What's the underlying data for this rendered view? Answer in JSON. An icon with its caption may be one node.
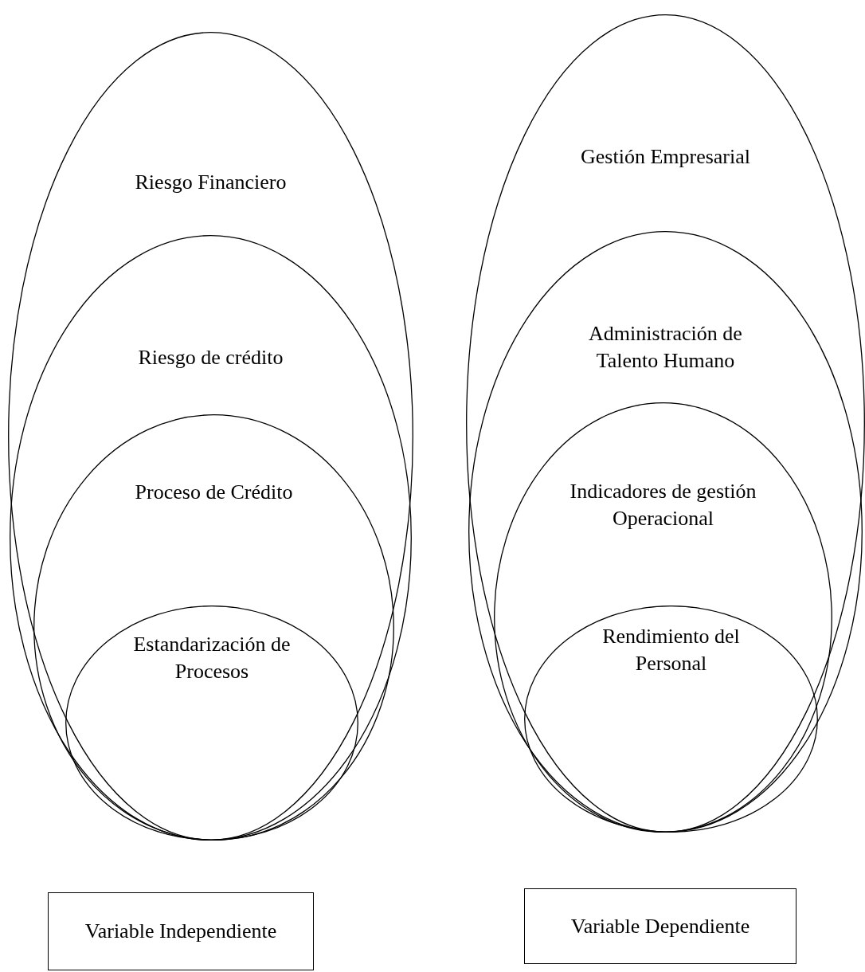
{
  "diagram": {
    "nodes": [
      {
        "text": [
          "Riesgo Financiero"
        ]
      },
      {
        "text": [
          "Riesgo de crédito"
        ],
        "in": 0
      },
      {
        "text": [
          "Proceso de Crédito"
        ],
        "in": 1
      },
      {
        "text": [
          "Estandarización de Procesos"
        ],
        "in": 2
      },
      {
        "text": [
          "Variable Independiente"
        ]
      },
      {
        "text": [
          "Gestión Empresarial"
        ]
      },
      {
        "text": [
          "Administración de Talento Humano"
        ],
        "in": 5
      },
      {
        "text": [
          "Indicadores de gestión Operacional"
        ],
        "in": 6
      },
      {
        "text": [
          "Rendimiento del Personal"
        ],
        "in": 7
      },
      {
        "text": [
          "Variable Dependiente"
        ]
      }
    ]
  }
}
